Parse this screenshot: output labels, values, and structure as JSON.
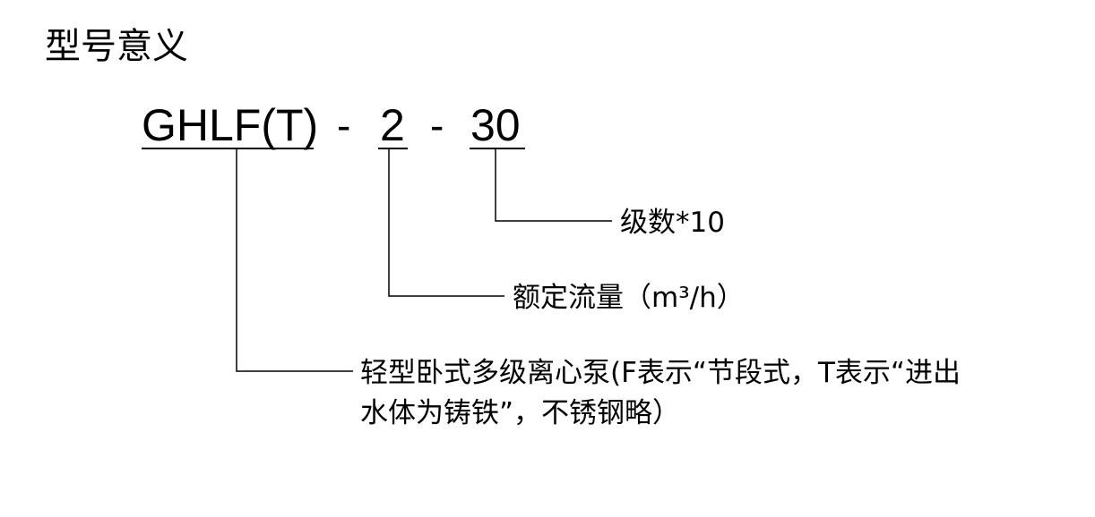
{
  "title": "型号意义",
  "model_code": {
    "series": "GHLF(T)",
    "separator_1": "-",
    "flow": "2",
    "separator_2": "-",
    "stages": "30"
  },
  "annotations": {
    "stages": "级数*10",
    "flow": "额定流量（m³/h）",
    "series_line1": "轻型卧式多级离心泵(F表示“节段式，T表示“进出",
    "series_line2": "水体为铸铁”，不锈钢略）"
  }
}
